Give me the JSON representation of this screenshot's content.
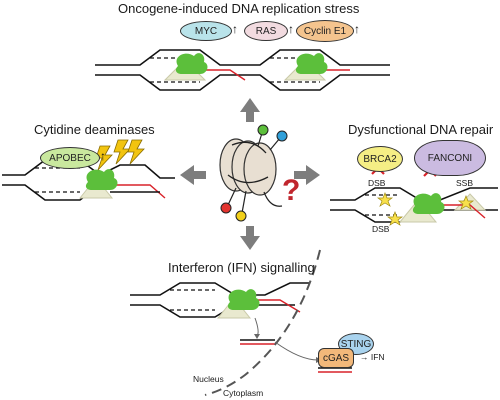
{
  "panels": {
    "top": {
      "title": "Oncogene-induced DNA replication stress",
      "factors": [
        {
          "label": "MYC",
          "color": "#b9e3ea"
        },
        {
          "label": "RAS",
          "color": "#f2dbe0"
        },
        {
          "label": "Cyclin E1",
          "color": "#f4c48e"
        }
      ],
      "arrow_glyph": "↑"
    },
    "left": {
      "title": "Cytidine deaminases",
      "factor": {
        "label": "APOBEC",
        "color": "#c9e89e"
      },
      "arrow_glyph": "↑"
    },
    "right": {
      "title": "Dysfunctional DNA repair",
      "factors": [
        {
          "label": "BRCA2",
          "color": "#f5ee85"
        },
        {
          "label": "FANCONI",
          "color": "#cbbbe1"
        }
      ],
      "labels": {
        "dsb_top": "DSB",
        "ssb": "SSB",
        "dsb_bottom": "DSB"
      }
    },
    "bottom": {
      "title": "Interferon (IFN) signalling",
      "sting": {
        "label": "STING",
        "color": "#a9d3ee"
      },
      "cgas": {
        "label": "cGAS",
        "color": "#f2b87a"
      },
      "output": "→ IFN",
      "nucleus": "Nucleus",
      "cytoplasm": "Cytoplasm"
    },
    "center": {
      "question": "?"
    }
  },
  "colors": {
    "polymerase": "#5cbf3b",
    "new_strand": "#d9222a",
    "fork_triangle": "#e9e9cf",
    "arrow_gray": "#7d7d7d",
    "nucleosome": "#e8dfd2"
  }
}
